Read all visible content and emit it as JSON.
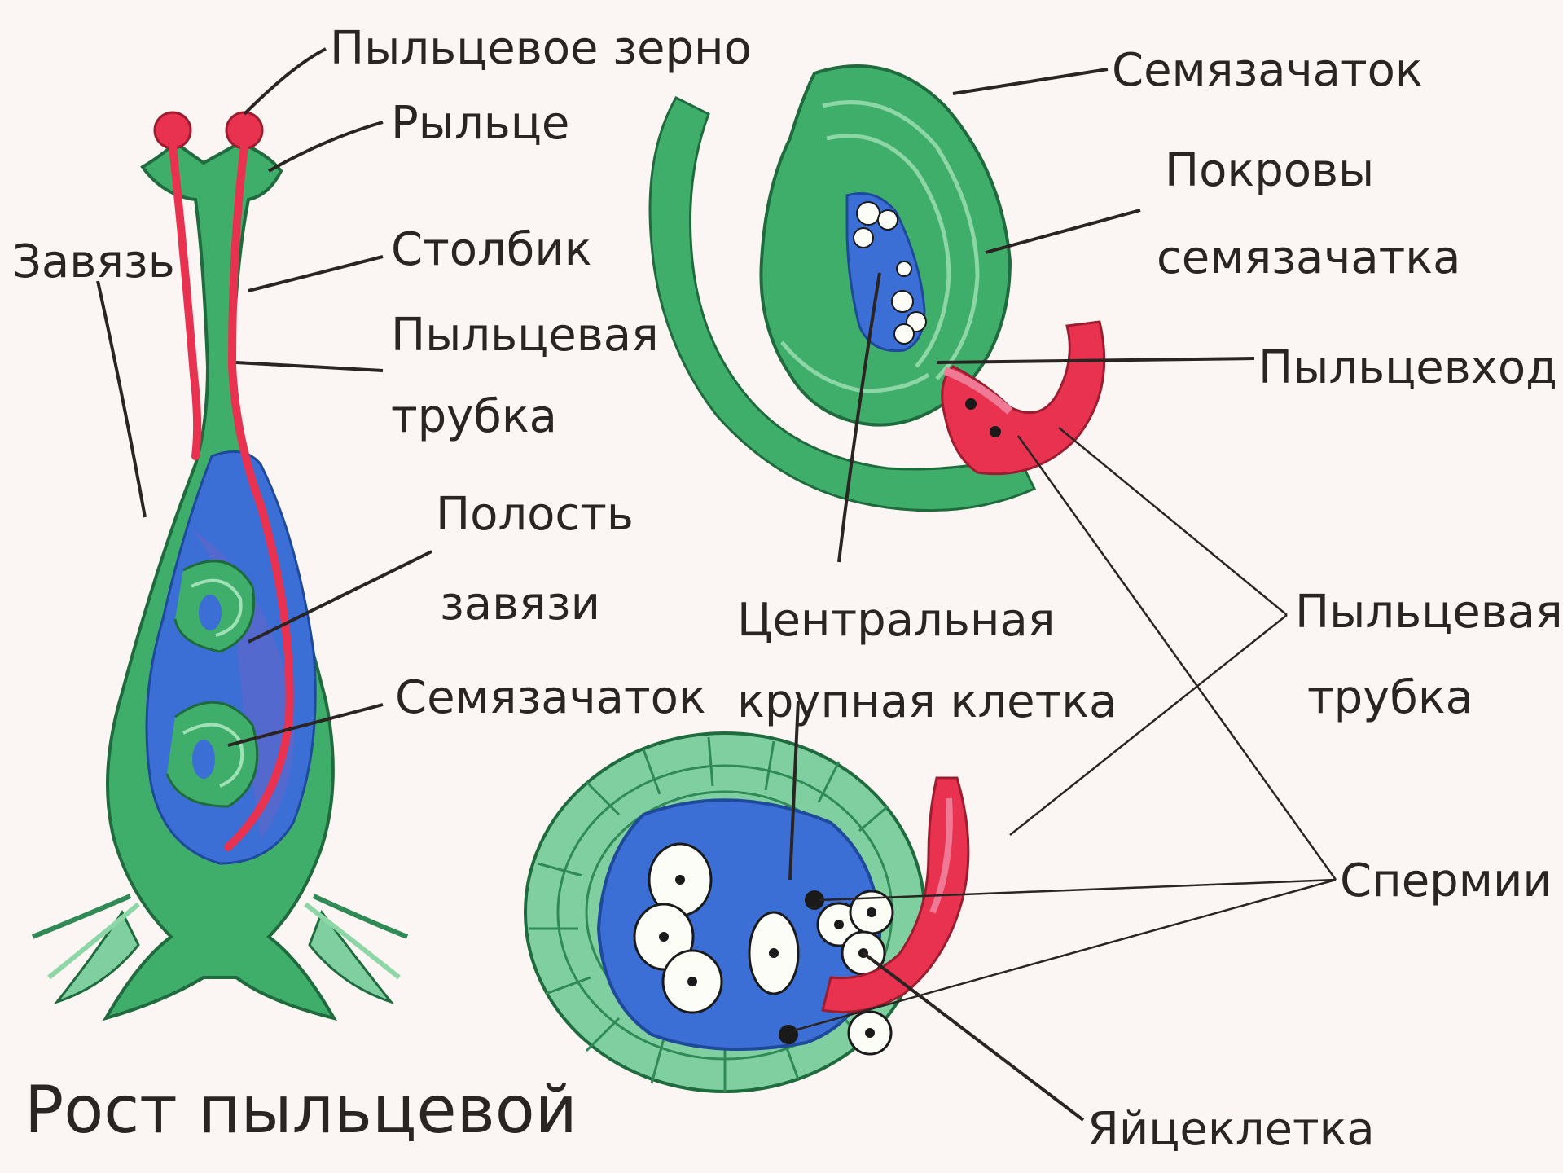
{
  "colors": {
    "background": "#fbf6f3",
    "tissue_green": "#3fae6a",
    "tissue_light": "#7fcfa0",
    "cavity_blue": "#3b6fd6",
    "cavity_purple": "#6b63c6",
    "pollen_tube_red": "#e8324f",
    "pollen_tube_pink": "#f07a96",
    "nucleus_dark": "#1a1a1a",
    "cell_white": "#fdfdf8",
    "label_text": "#2a2422"
  },
  "labels": {
    "pollen_grain": "Пыльцевое зерно",
    "stigma": "Рыльце",
    "ovary": "Завязь",
    "style": "Столбик",
    "pollen_tube_left_1": "Пыльцевая",
    "pollen_tube_left_2": "трубка",
    "ovary_cavity_1": "Полость",
    "ovary_cavity_2": "завязи",
    "ovule_left": "Семязачаток",
    "ovule_top": "Семязачаток",
    "integuments_1": "Покровы",
    "integuments_2": "семязачатка",
    "micropyle": "Пыльцевход",
    "central_cell_1": "Центральная",
    "central_cell_2": "крупная клетка",
    "pollen_tube_right_1": "Пыльцевая",
    "pollen_tube_right_2": "трубка",
    "sperm": "Спермии",
    "egg_cell": "Яйцеклетка",
    "caption": "Рост пыльцевой"
  },
  "icons": {
    "pistil": "pistil-illustration",
    "ovule": "ovule-illustration",
    "embryo_sac": "embryo-sac-illustration"
  }
}
